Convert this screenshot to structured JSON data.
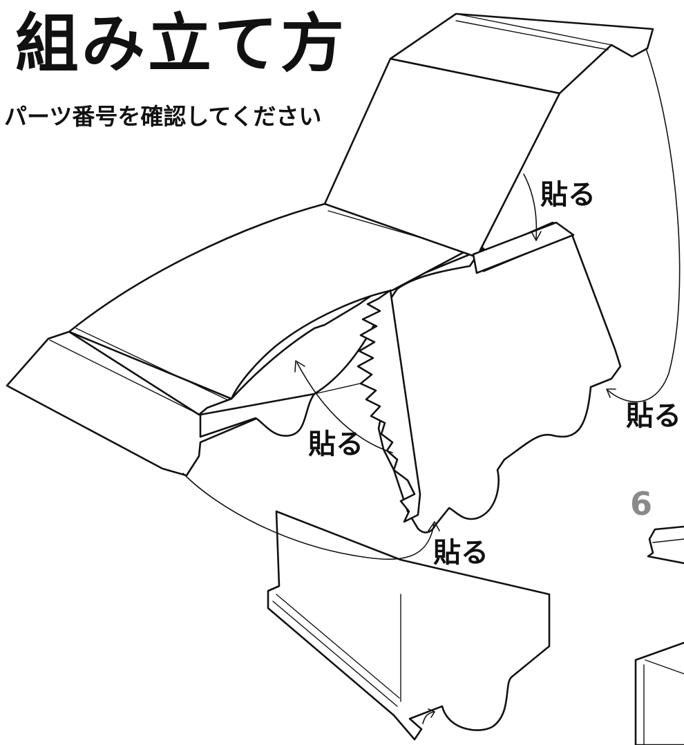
{
  "heading": {
    "title": "組み立て方",
    "subtitle": "パーツ番号を確認してください"
  },
  "labels": {
    "paste_top": "貼る",
    "paste_right": "貼る",
    "paste_left": "貼る",
    "paste_bottom": "貼る"
  },
  "step_number": "6",
  "colors": {
    "line": "#111111",
    "step_number": "#8a8a8a",
    "background": "#ffffff"
  }
}
